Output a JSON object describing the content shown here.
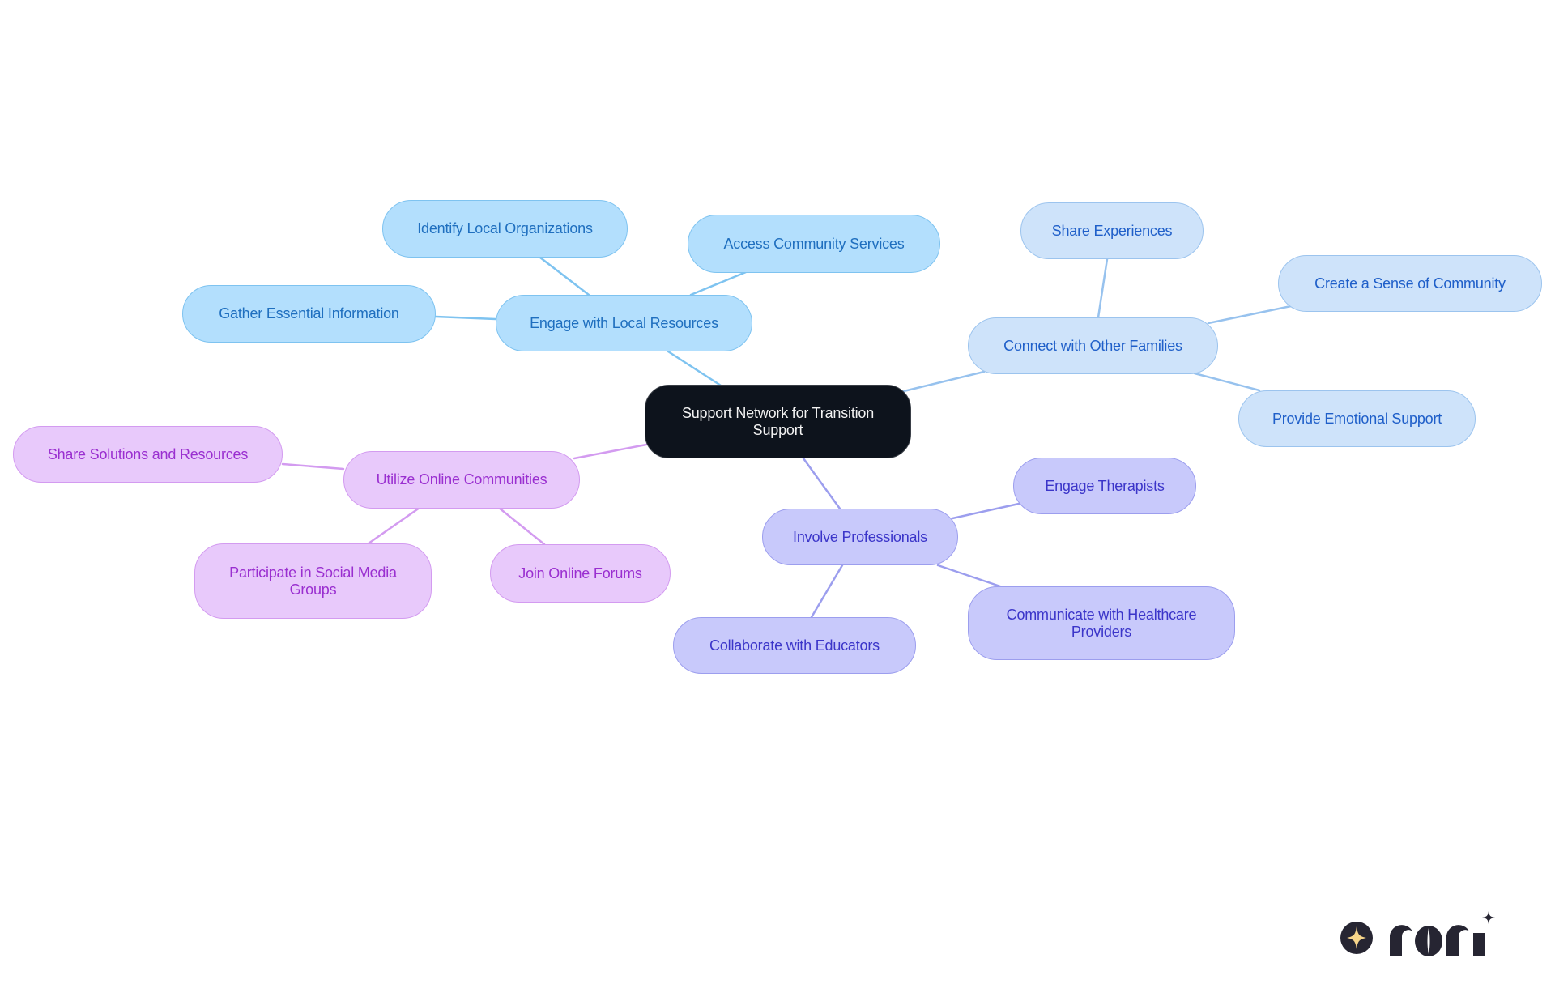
{
  "diagram": {
    "type": "mindmap",
    "root": {
      "label": "Support Network for Transition Support"
    },
    "branches": [
      {
        "id": "local",
        "label": "Engage with Local Resources",
        "color": {
          "fill": "#b3dffd",
          "border": "#7ec3f0",
          "text": "#1f6fbf",
          "edge": "#7ec3f0"
        },
        "children": [
          {
            "label": "Identify Local Organizations"
          },
          {
            "label": "Access Community Services"
          },
          {
            "label": "Gather Essential Information"
          }
        ]
      },
      {
        "id": "family",
        "label": "Connect with Other Families",
        "color": {
          "fill": "#cee3fa",
          "border": "#9cc4ee",
          "text": "#1f5fc9",
          "edge": "#97c2ee"
        },
        "children": [
          {
            "label": "Share Experiences"
          },
          {
            "label": "Create a Sense of Community"
          },
          {
            "label": "Provide Emotional Support"
          }
        ]
      },
      {
        "id": "online",
        "label": "Utilize Online Communities",
        "color": {
          "fill": "#e8c9fb",
          "border": "#d39bf0",
          "text": "#9a2fd0",
          "edge": "#d39bf0"
        },
        "children": [
          {
            "label": "Share Solutions and Resources"
          },
          {
            "label": "Participate in Social Media Groups"
          },
          {
            "label": "Join Online Forums"
          }
        ]
      },
      {
        "id": "pro",
        "label": "Involve Professionals",
        "color": {
          "fill": "#c8c9fb",
          "border": "#9c9eee",
          "text": "#3b35c9",
          "edge": "#9c9eee"
        },
        "children": [
          {
            "label": "Engage Therapists"
          },
          {
            "label": "Communicate with Healthcare Providers"
          },
          {
            "label": "Collaborate with Educators"
          }
        ]
      }
    ]
  },
  "brand": {
    "logo_text": "rori",
    "logo_icon": "sparkle-circle-icon",
    "accent": "#f7d58a",
    "dark": "#262532"
  }
}
